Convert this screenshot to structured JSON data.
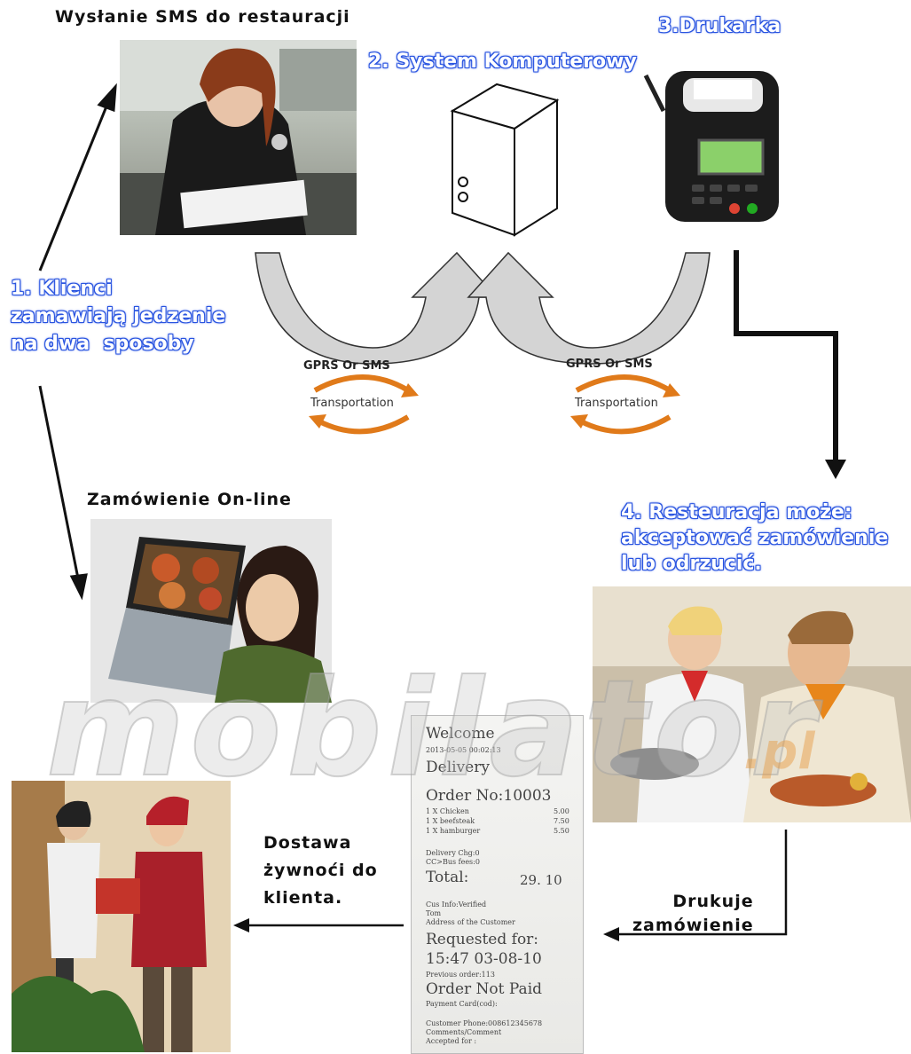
{
  "labels": {
    "sms_title": "Wysłanie SMS do restauracji",
    "online_title": "Zamówienie On-line",
    "system": "2. System Komputerowy",
    "printer": "3.Drukarka",
    "clients": "1. Klienci\nzamawiają jedzenie\nna dwa  sposoby",
    "restaurant": "4. Resteuracja może:\nakceptować zamówienie\nlub odrzucić.",
    "delivery": "Dostawa\nżywnoći do\nklienta.",
    "prints": "Drukuje\nzamówienie"
  },
  "transport": {
    "left_top": "GPRS Or SMS",
    "left_word": "Transportation",
    "right_top": "GPRS Or SMS",
    "right_word": "Transportation"
  },
  "receipt": {
    "welcome": "Welcome",
    "date": "2013-05-05 00:02:13",
    "delivery": "Delivery",
    "order_no": "Order No:10003",
    "items": [
      {
        "name": "1 X Chicken",
        "price": "5.00"
      },
      {
        "name": "1 X beefsteak",
        "price": "7.50"
      },
      {
        "name": "1 X hamburger",
        "price": "5.50"
      }
    ],
    "delivery_chg": "Delivery Chg:0",
    "cc_fee": "CC>Bus fees:0",
    "total_label": "Total:",
    "total_value": "29. 10",
    "cus_info": "Cus Info:Verified",
    "cus_name": "Tom",
    "address": "Address of the Customer",
    "requested_for": "Requested for:",
    "requested_time": "15:47 03-08-10",
    "previous_order": "Previous order:113",
    "order_status": "Order Not Paid",
    "payment": "Payment Card(cod):",
    "customer_phone": "Customer Phone:008612345678",
    "comments": "Comments/Comment",
    "accepted": "Accepted for :"
  },
  "watermark": {
    "brand": "mobilator",
    "suffix": ".pl"
  },
  "colors": {
    "label_blue": "#2a55e0",
    "arrow_gray": "#d4d4d4",
    "transport_orange": "#e07a1a"
  }
}
